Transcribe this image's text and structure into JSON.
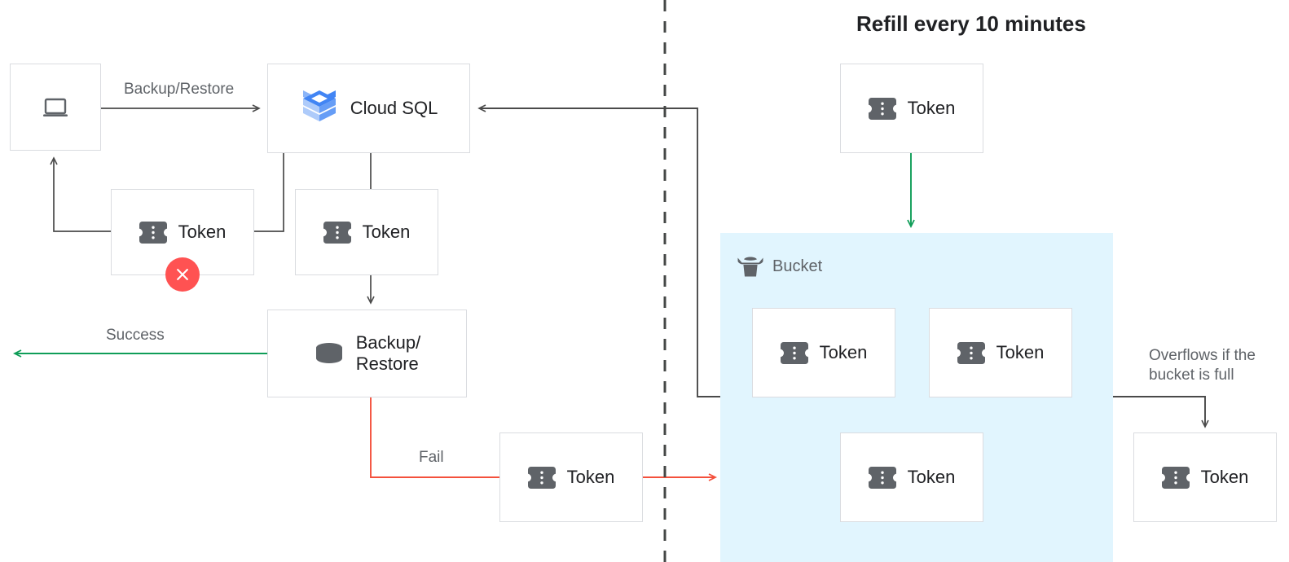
{
  "diagram": {
    "title": "Refill every 10 minutes",
    "colors": {
      "box_border": "#dadce0",
      "wire_dark": "#4a4a4a",
      "wire_green": "#0f9d58",
      "wire_red": "#f4503c",
      "bucket_bg": "#e1f5fe",
      "error_red": "#ff5252",
      "label_gray": "#5f6368",
      "text_dark": "#202124",
      "logo_blue": "#4285f4",
      "logo_blue_light": "#aecbfa"
    },
    "nodes": {
      "client": {
        "label": "",
        "icon": "laptop-icon"
      },
      "cloud_sql": {
        "label": "Cloud SQL",
        "icon": "cloud-sql-icon"
      },
      "token_fail_left": {
        "label": "Token",
        "icon": "token-icon",
        "badge": "error-x-badge"
      },
      "token_consumed": {
        "label": "Token",
        "icon": "token-icon"
      },
      "backup_restore": {
        "label": "Backup/\nRestore",
        "icon": "database-cylinder-icon"
      },
      "token_fail_return": {
        "label": "Token",
        "icon": "token-icon"
      },
      "token_refill": {
        "label": "Token",
        "icon": "token-icon"
      },
      "bucket_token_1": {
        "label": "Token",
        "icon": "token-icon"
      },
      "bucket_token_2": {
        "label": "Token",
        "icon": "token-icon"
      },
      "bucket_token_3": {
        "label": "Token",
        "icon": "token-icon"
      },
      "token_overflow": {
        "label": "Token",
        "icon": "token-icon"
      }
    },
    "bucket": {
      "label": "Bucket",
      "icon": "bucket-icon"
    },
    "edge_labels": {
      "backup_restore": "Backup/Restore",
      "success": "Success",
      "fail": "Fail",
      "overflow": "Overflows if the\nbucket is full"
    }
  }
}
